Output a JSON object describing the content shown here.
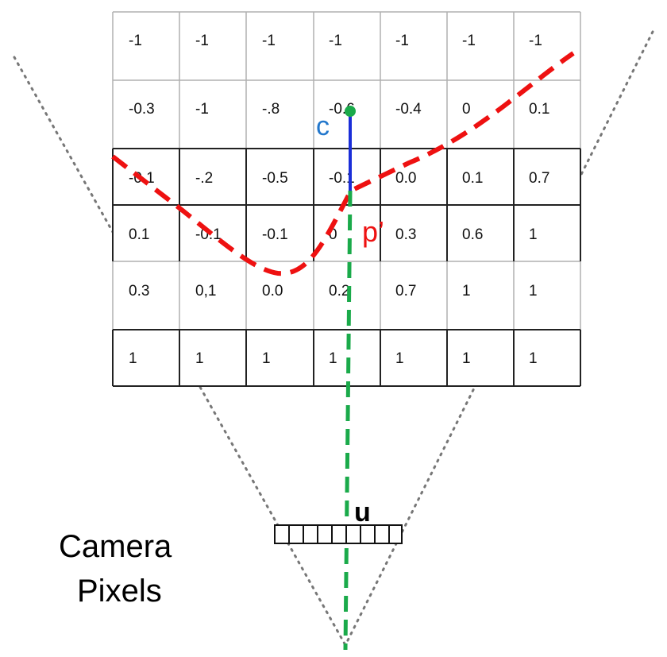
{
  "grid": {
    "rows": [
      [
        "-1",
        "-1",
        "-1",
        "-1",
        "-1",
        "-1",
        "-1"
      ],
      [
        "-0.3",
        "-1",
        "-.8",
        "-0.6",
        "-0.4",
        "0",
        "0.1"
      ],
      [
        "-0.1",
        "-.2",
        "-0.5",
        "-0.1",
        "0.0",
        "0.1",
        "0.7"
      ],
      [
        "0.1",
        "-0.1",
        "-0.1",
        "0",
        "0.3",
        "0.6",
        "1"
      ],
      [
        "0.3",
        "0,1",
        "0.0",
        "0.2",
        "0.7",
        "1",
        "1"
      ],
      [
        "1",
        "1",
        "1",
        "1",
        "1",
        "1",
        "1"
      ]
    ]
  },
  "labels": {
    "c": "c",
    "p_prime": "p’",
    "u": "u",
    "camera_line1": "Camera",
    "camera_line2": "Pixels"
  },
  "colors": {
    "surface_curve": "#ee1111",
    "ray": "#1aaa4a",
    "point_c": "#1aaa4a",
    "segment": "#1a2ed8",
    "label_c": "#2277cc",
    "grid_light": "#b0b0b0",
    "grid_dark": "#222222",
    "frustum": "#777777"
  },
  "icons": {
    "point_c": "green-dot",
    "frustum": "dotted-view-frustum",
    "pixel_strip": "camera-pixel-row"
  }
}
